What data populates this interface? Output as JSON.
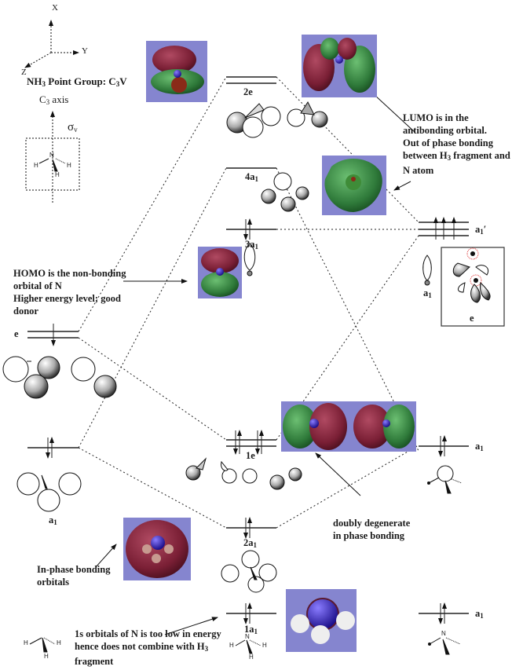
{
  "title": "NH3 Point Group: C3V",
  "title_parts": {
    "prefix": "NH",
    "sub": "3",
    "mid": " Point Group: C",
    "sub2": "3",
    "suffix": "V"
  },
  "axes": {
    "x": "X",
    "y": "Y",
    "z": "Z"
  },
  "c3_axis": {
    "prefix": "C",
    "sub": "3",
    "suffix": " axis"
  },
  "sigma_v": {
    "main": "σ",
    "sub": "v"
  },
  "nh3_atoms": {
    "n": "N",
    "h": "H"
  },
  "colors": {
    "mo_background": "#8585cf",
    "lobe_red": "#7a1f35",
    "lobe_green": "#2f7a3a",
    "nitrogen": "#2a1aa8",
    "line": "#222222"
  },
  "left_fragment": {
    "name": "H3 fragment",
    "levels": [
      {
        "label": "e",
        "electrons": "1 electron (↑)"
      },
      {
        "label_main": "a",
        "label_sub": "1",
        "electrons": "2 electrons (↑↓)"
      }
    ]
  },
  "right_fragment": {
    "name": "N atom",
    "levels": [
      {
        "label_main": "a",
        "label_sub": "1",
        "prime": "′",
        "electrons": "3 electrons (↑↑↑)"
      },
      {
        "label_main": "a",
        "label_sub": "1",
        "electrons": "2 electrons (↑↓)",
        "position": "middle"
      },
      {
        "label_main": "a",
        "label_sub": "1",
        "electrons": "2 electrons (↑↓)",
        "position": "bottom"
      }
    ],
    "inset": {
      "a1_label_main": "a",
      "a1_label_sub": "1",
      "e_label": "e"
    }
  },
  "molecular_orbitals": [
    {
      "id": "2e",
      "label_main": "2e",
      "label_sub": "",
      "occupancy": "empty"
    },
    {
      "id": "4a1",
      "label_main": "4a",
      "label_sub": "1",
      "occupancy": "empty"
    },
    {
      "id": "3a1",
      "label_main": "3a",
      "label_sub": "1",
      "occupancy": "2 electrons (↑↓)"
    },
    {
      "id": "1e",
      "label_main": "1e",
      "label_sub": "",
      "occupancy": "4 electrons (↑↓ ↑↓)"
    },
    {
      "id": "2a1",
      "label_main": "2a",
      "label_sub": "1",
      "occupancy": "2 electrons (↑↓)"
    },
    {
      "id": "1a1",
      "label_main": "1a",
      "label_sub": "1",
      "occupancy": "2 electrons (↑↓)"
    }
  ],
  "annotations": {
    "lumo": [
      "LUMO is in the",
      "antibonding orbital.",
      "Out of phase bonding",
      "between H3 fragment and",
      "N atom"
    ],
    "lumo_parts": {
      "l1": "LUMO is in the",
      "l2": "antibonding orbital.",
      "l3": "Out of phase bonding",
      "l4_pre": "between H",
      "l4_sub": "3",
      "l4_post": " fragment and",
      "l5": "N atom"
    },
    "homo": {
      "l1": "HOMO is the non-bonding",
      "l2": "orbital of N",
      "l3": "Higher energy level; good",
      "l4": "donor"
    },
    "degenerate": {
      "l1": "doubly degenerate",
      "l2": "in phase bonding"
    },
    "in_phase": {
      "l1": "In-phase bonding",
      "l2": "orbitals"
    },
    "core": {
      "l1": "1s orbitals of N is too low in energy",
      "l2_pre": "hence does not combine with H",
      "l2_sub": "3",
      "l3": "fragment"
    }
  }
}
